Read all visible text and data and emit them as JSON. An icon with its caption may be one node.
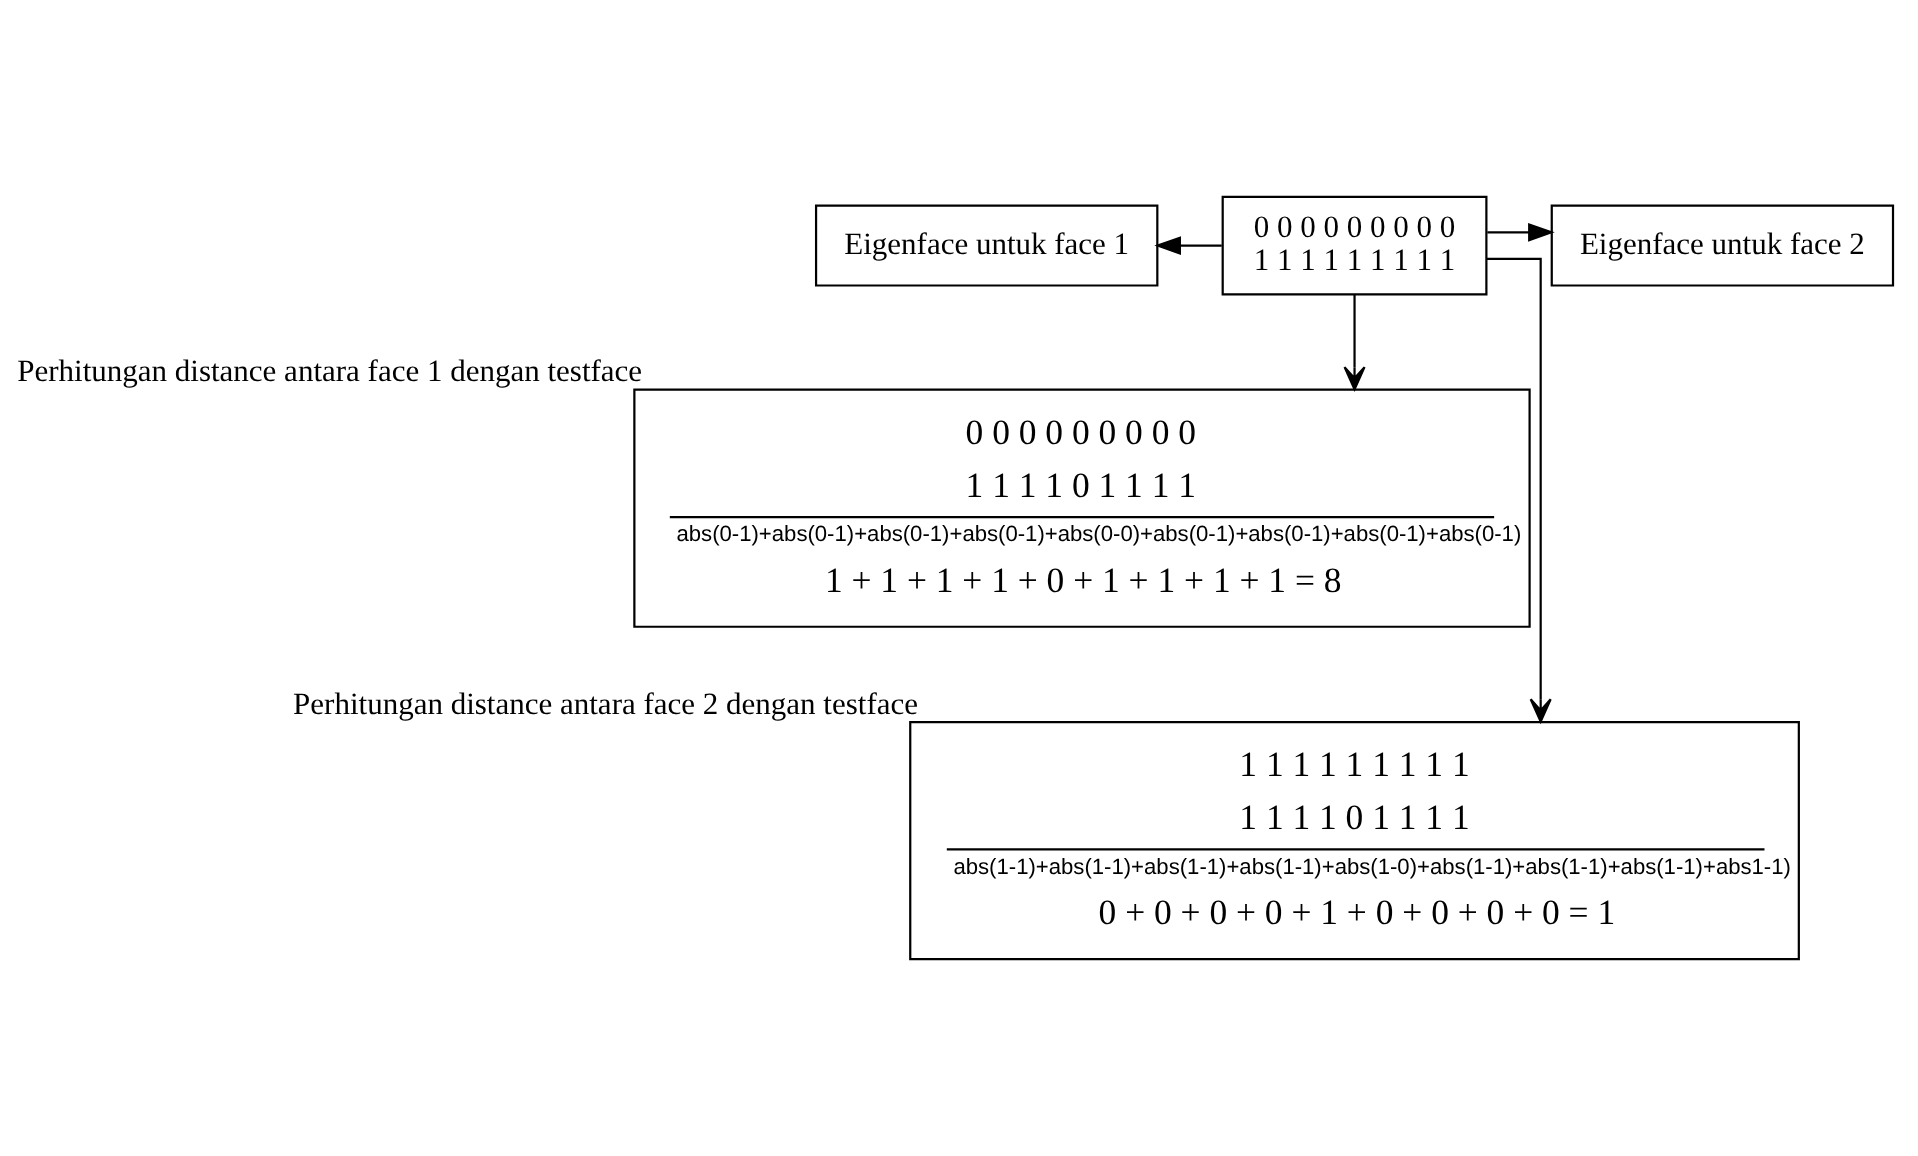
{
  "diagram": {
    "nodes": [
      {
        "text": [
          "Eigenface untuk face 1"
        ]
      },
      {
        "text": [
          "Eigenface untuk face 2"
        ]
      },
      {
        "text": [
          "0 0 0 0 0 0 0 0 0",
          "1 1 1 1 1 1 1 1 1"
        ]
      },
      {
        "text": [
          "0 0 0 0 0 0 0 0 0",
          "1 1 1 1 0 1 1 1 1",
          "abs(0-1)+abs(0-1)+abs(0-1)+abs(0-1)+abs(0-0)+abs(0-1)+abs(0-1)+abs(0-1)+abs(0-1)",
          "1 + 1 + 1 + 1 + 0 + 1 + 1 + 1 + 1 = 8"
        ],
        "beside": [
          "Perhitungan distance antara face 1 dengan testface"
        ]
      },
      {
        "text": [
          "1 1 1 1 1 1 1 1 1",
          "1 1 1 1 0 1 1 1 1",
          "abs(1-1)+abs(1-1)+abs(1-1)+abs(1-1)+abs(1-0)+abs(1-1)+abs(1-1)+abs(1-1)+abs1-1)",
          "0 + 0 + 0 + 0 + 1 + 0 + 0 + 0 + 0 = 1"
        ],
        "beside": [
          "Perhitungan distance antara face 2 dengan testface"
        ]
      }
    ],
    "edges": [
      {
        "from": 2,
        "to": 0,
        "arrow": "to"
      },
      {
        "from": 2,
        "to": 1,
        "arrow": "to"
      },
      {
        "from": 2,
        "to": 3,
        "arrow": "to"
      },
      {
        "from": 2,
        "to": 4,
        "arrow": "to"
      }
    ]
  }
}
